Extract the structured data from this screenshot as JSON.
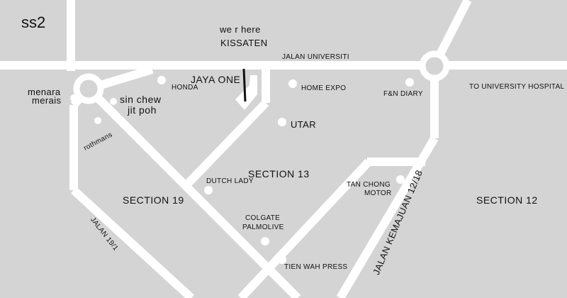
{
  "corner_label": "ss2",
  "pointer": {
    "line1": "we r here",
    "line2": "KISSATEN"
  },
  "roads": {
    "jalan_universiti": "JALAN UNIVERSITI",
    "jalan_19_1": "JALAN 19/1",
    "jalan_kemajuan": "JALAN KEMAJUAN 12/18",
    "to_hospital": "TO UNIVERSITY HOSPITAL"
  },
  "places": {
    "menara_merais": [
      "menara",
      "merais"
    ],
    "sin_chew_jit_poh": [
      "sin chew",
      "jit poh"
    ],
    "rothmans": "rothmans",
    "honda": "HONDA",
    "jaya_one": "JAYA ONE",
    "home_expo": "HOME EXPO",
    "fn_diary": "F&N DIARY",
    "utar": "UTAR",
    "dutch_lady": "DUTCH LADY",
    "tan_chong_motor": [
      "TAN CHONG",
      "MOTOR"
    ],
    "colgate_palmolive": [
      "COLGATE",
      "PALMOLIVE"
    ],
    "tien_wah_press": "TIEN WAH PRESS"
  },
  "areas": {
    "section_13": "SECTION 13",
    "section_19": "SECTION 19",
    "section_12": "SECTION 12"
  },
  "colors": {
    "background": "#d4d4d4",
    "road": "#ffffff",
    "text": "#111111"
  }
}
